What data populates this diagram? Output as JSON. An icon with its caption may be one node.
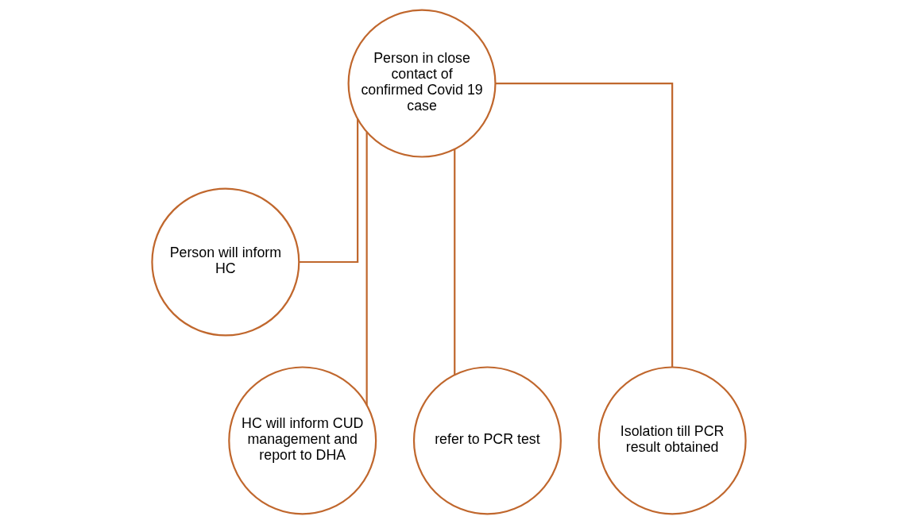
{
  "diagram": {
    "nodes": [
      {
        "text": [
          "Person in close contact of confirmed Covid 19 case"
        ]
      },
      {
        "text": [
          "Person will inform HC"
        ]
      },
      {
        "text": [
          "HC will inform CUD management and report to DHA"
        ]
      },
      {
        "text": [
          "refer to PCR test"
        ]
      },
      {
        "text": [
          "Isolation till PCR result obtained"
        ]
      }
    ],
    "edges": [
      {
        "from": 0,
        "to": 1,
        "arrow": "none"
      },
      {
        "from": 0,
        "to": 2,
        "arrow": "none"
      },
      {
        "from": 0,
        "to": 3,
        "arrow": "none"
      },
      {
        "from": 0,
        "to": 4,
        "arrow": "none"
      }
    ]
  }
}
